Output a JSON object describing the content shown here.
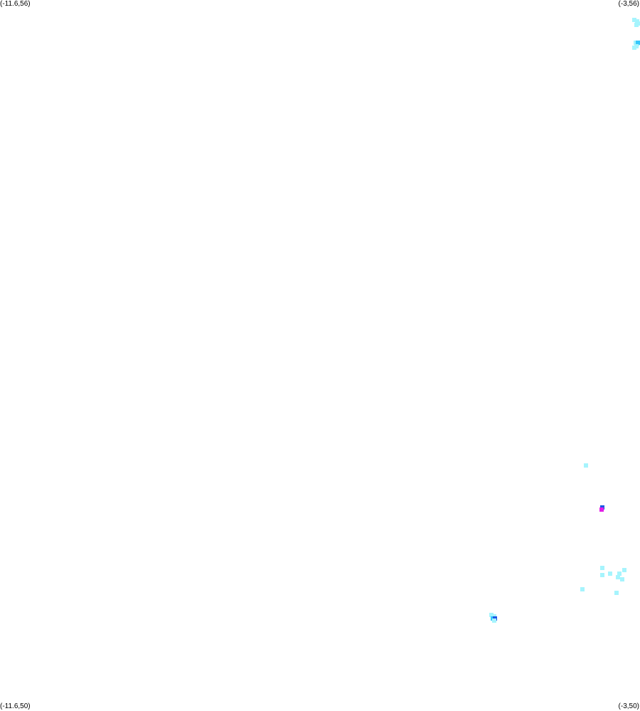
{
  "corners": {
    "top_left": "(-11.6,56)",
    "top_right": "(-3,56)",
    "bottom_left": "(-11.6,50)",
    "bottom_right": "(-3,50)"
  },
  "bounds": {
    "lon_min": -11.6,
    "lon_max": -3,
    "lat_min": 50,
    "lat_max": 56
  },
  "colors": {
    "low": "#a6f4fd",
    "medium": "#35c7fb",
    "high": "#1a56e6",
    "peak": "#e21ee6",
    "background": "#ffffff"
  },
  "cells": [
    {
      "lon": -3.08,
      "lat": 55.83,
      "level": "low"
    },
    {
      "lon": -3.04,
      "lat": 55.82,
      "level": "low"
    },
    {
      "lon": -3.02,
      "lat": 55.8,
      "level": "low"
    },
    {
      "lon": -3.05,
      "lat": 55.79,
      "level": "low"
    },
    {
      "lon": -3.06,
      "lat": 55.64,
      "level": "low"
    },
    {
      "lon": -3.04,
      "lat": 55.63,
      "level": "low"
    },
    {
      "lon": -3.01,
      "lat": 55.64,
      "level": "medium"
    },
    {
      "lon": -3.08,
      "lat": 55.6,
      "level": "low"
    },
    {
      "lon": -3.05,
      "lat": 55.61,
      "level": "low"
    },
    {
      "lon": -3.73,
      "lat": 52.07,
      "level": "low"
    },
    {
      "lon": -3.51,
      "lat": 51.72,
      "level": "high"
    },
    {
      "lon": -3.52,
      "lat": 51.7,
      "level": "peak"
    },
    {
      "lon": -3.51,
      "lat": 51.21,
      "level": "low"
    },
    {
      "lon": -3.21,
      "lat": 51.19,
      "level": "low"
    },
    {
      "lon": -3.51,
      "lat": 51.15,
      "level": "low"
    },
    {
      "lon": -3.4,
      "lat": 51.16,
      "level": "low"
    },
    {
      "lon": -3.28,
      "lat": 51.16,
      "level": "low"
    },
    {
      "lon": -3.3,
      "lat": 51.13,
      "level": "low"
    },
    {
      "lon": -3.24,
      "lat": 51.11,
      "level": "low"
    },
    {
      "lon": -3.77,
      "lat": 51.03,
      "level": "low"
    },
    {
      "lon": -3.32,
      "lat": 51.0,
      "level": "low"
    },
    {
      "lon": -5.0,
      "lat": 50.81,
      "level": "low"
    },
    {
      "lon": -4.96,
      "lat": 50.8,
      "level": "low"
    },
    {
      "lon": -4.98,
      "lat": 50.78,
      "level": "medium"
    },
    {
      "lon": -4.95,
      "lat": 50.78,
      "level": "high"
    },
    {
      "lon": -4.96,
      "lat": 50.76,
      "level": "low"
    }
  ]
}
